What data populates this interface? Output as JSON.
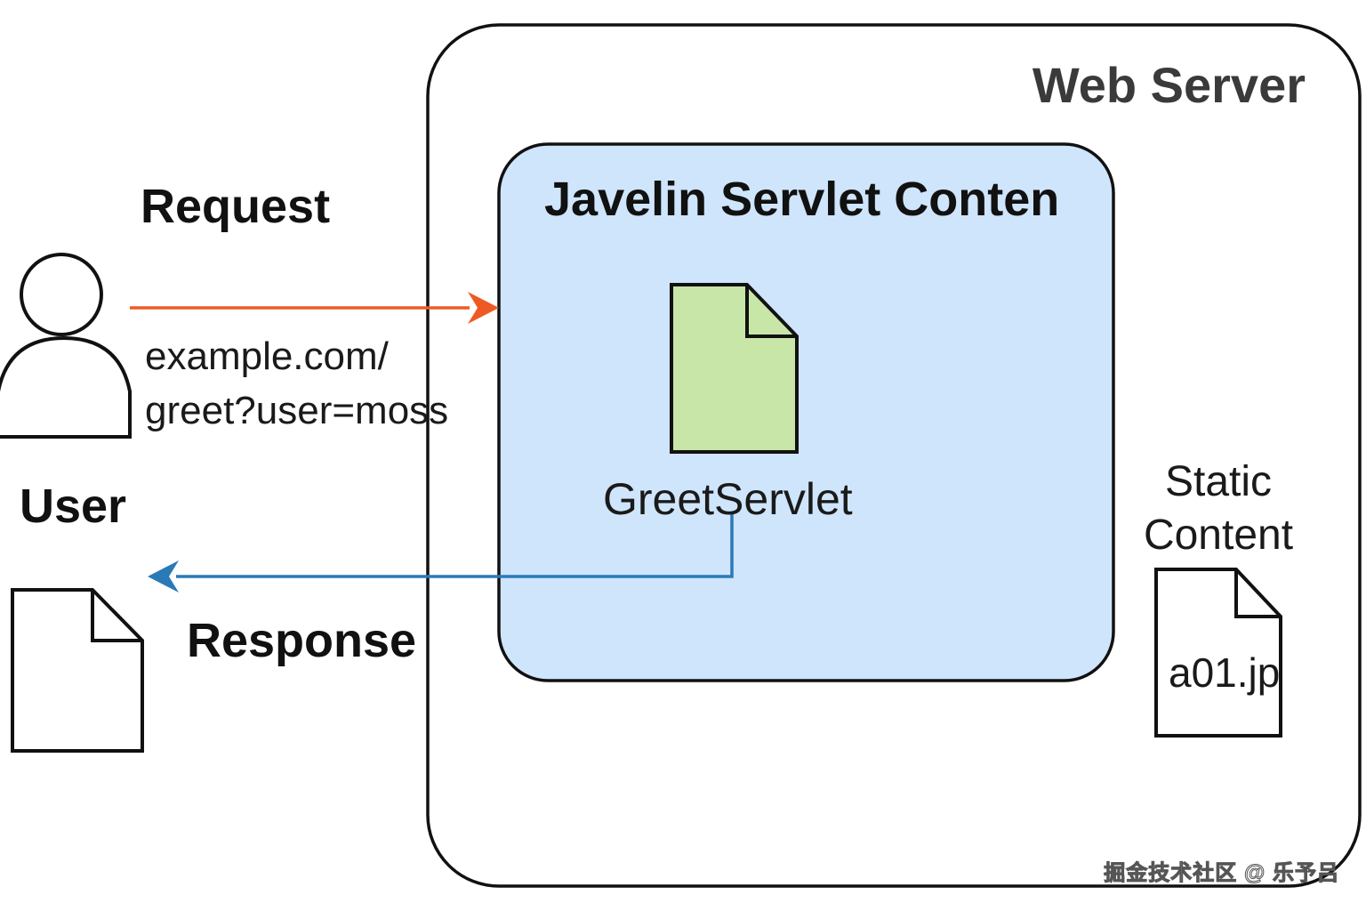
{
  "web_server": {
    "title": "Web Server"
  },
  "servlet_container": {
    "title": "Javelin Servlet Conten",
    "fill_color": "#cfe5fb"
  },
  "servlet": {
    "name": "GreetServlet",
    "icon": "document-icon",
    "fill_color": "#c8e6a8"
  },
  "user": {
    "label": "User",
    "icon": "user-icon"
  },
  "request": {
    "label": "Request",
    "url": "example.com/\ngreet?user=moss",
    "arrow_color": "#ee5a24"
  },
  "response": {
    "label": "Response",
    "icon": "document-icon",
    "arrow_color": "#2a7ab8"
  },
  "static_content": {
    "label": "Static\nContent",
    "file_name": "a01.jp",
    "icon": "document-icon"
  },
  "watermark": {
    "text": "掘金技术社区 @ 乐予吕"
  }
}
